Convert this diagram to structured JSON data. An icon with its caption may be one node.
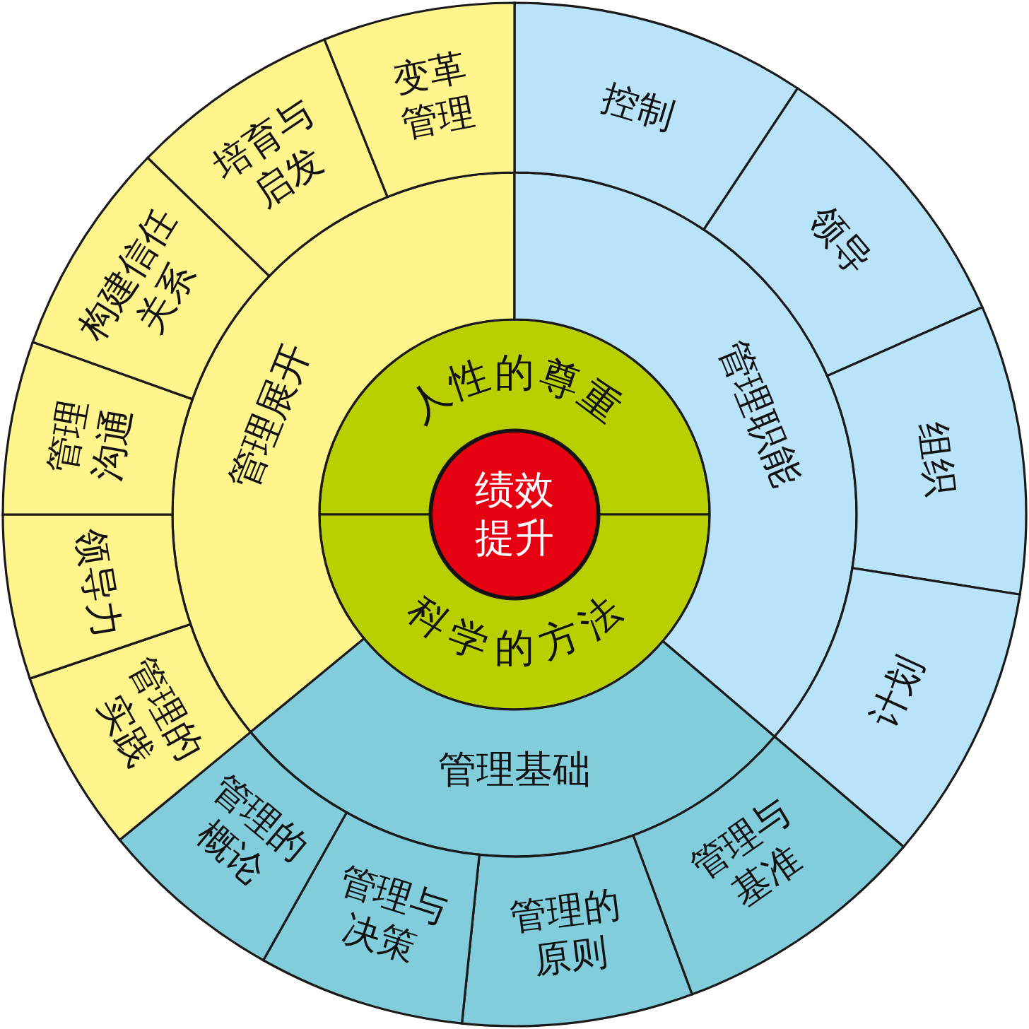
{
  "diagram": {
    "nodes": [
      {
        "text": [
          "绩效提升"
        ]
      },
      {
        "text": [
          "人性的尊重"
        ]
      },
      {
        "text": [
          "科学的方法"
        ]
      },
      {
        "text": [
          "管理展开"
        ]
      },
      {
        "text": [
          "管理职能"
        ]
      },
      {
        "text": [
          "管理基础"
        ]
      },
      {
        "text": [
          "控制"
        ]
      },
      {
        "text": [
          "领导"
        ]
      },
      {
        "text": [
          "组织"
        ]
      },
      {
        "text": [
          "计划"
        ]
      },
      {
        "text": [
          "管理与基准"
        ]
      },
      {
        "text": [
          "管理的原则"
        ]
      },
      {
        "text": [
          "管理与决策"
        ]
      },
      {
        "text": [
          "管理的概论"
        ]
      },
      {
        "text": [
          "管理的实践"
        ]
      },
      {
        "text": [
          "领导力"
        ]
      },
      {
        "text": [
          "管理沟通"
        ]
      },
      {
        "text": [
          "构建信任关系"
        ]
      },
      {
        "text": [
          "培育与启发"
        ]
      },
      {
        "text": [
          "变革管理"
        ]
      }
    ]
  }
}
